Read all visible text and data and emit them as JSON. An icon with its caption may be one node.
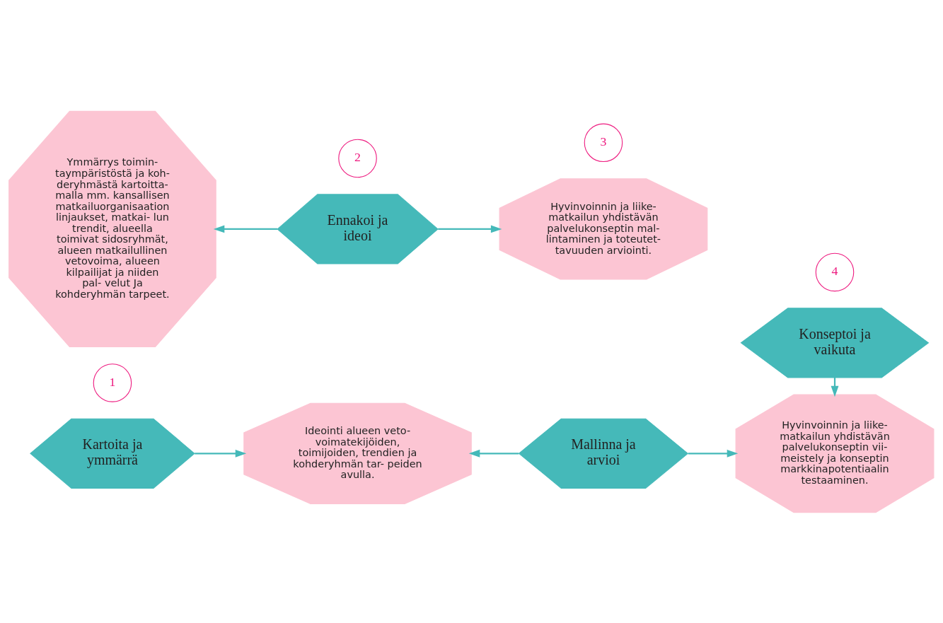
{
  "diagram": {
    "nodes": [
      {
        "text": [
          "Kartoita ja ymmärrä"
        ]
      },
      {
        "text": [
          "1"
        ]
      },
      {
        "text": [
          "Ymmärrys toimin- taympäristöstä ja koh- deryhmästä kartoitta- malla mm. kansallisen matkailuorganisaation linjaukset, matkai- lun trendit, alueella toimivat sidosryhmät, alueen matkailullinen vetovoima, alueen kilpailijat ja niiden pal- velut Ja kohderyhmän tarpeet."
        ]
      },
      {
        "text": [
          "Ennakoi ja ideoi"
        ]
      },
      {
        "text": [
          "2"
        ]
      },
      {
        "text": [
          "Ideointi alueen veto- voimatekijöiden, toimijoiden, trendien ja kohderyhmän tar- peiden avulla."
        ]
      },
      {
        "text": [
          "Mallinna ja arvioi"
        ]
      },
      {
        "text": [
          "3"
        ]
      },
      {
        "text": [
          "Hyvinvoinnin ja liike- matkailun yhdistävän palvelukonseptin mal- lintaminen ja toteutet- tavuuden arviointi."
        ]
      },
      {
        "text": [
          "Konseptoi ja vaikuta"
        ]
      },
      {
        "text": [
          "4"
        ]
      },
      {
        "text": [
          "Hyvinvoinnin ja liike- matkailun yhdistävän palvelukonseptin vii- meistely ja konseptin markkinapotentiaalin testaaminen."
        ]
      }
    ],
    "edges": [
      {
        "from": 0,
        "to": 5,
        "arrow": "to"
      },
      {
        "from": 3,
        "to": 2,
        "arrow": "to"
      },
      {
        "from": 3,
        "to": 8,
        "arrow": "to"
      },
      {
        "from": 6,
        "to": 5,
        "arrow": "to"
      },
      {
        "from": 6,
        "to": 11,
        "arrow": "to"
      },
      {
        "from": 9,
        "to": 11,
        "arrow": "to"
      }
    ]
  }
}
